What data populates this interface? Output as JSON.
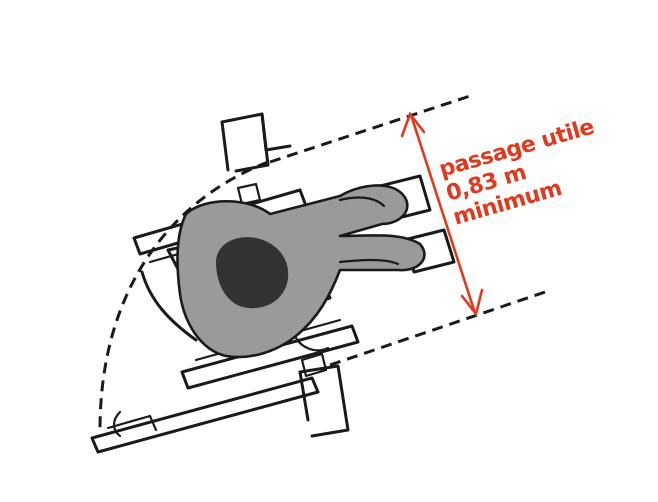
{
  "annotation": {
    "lines": [
      "passage utile",
      "0,83 m",
      "minimum"
    ]
  },
  "colors": {
    "accent": "#e2381d",
    "ink": "#1a1a1a",
    "body": "#9a9a9a",
    "head": "#333333"
  }
}
